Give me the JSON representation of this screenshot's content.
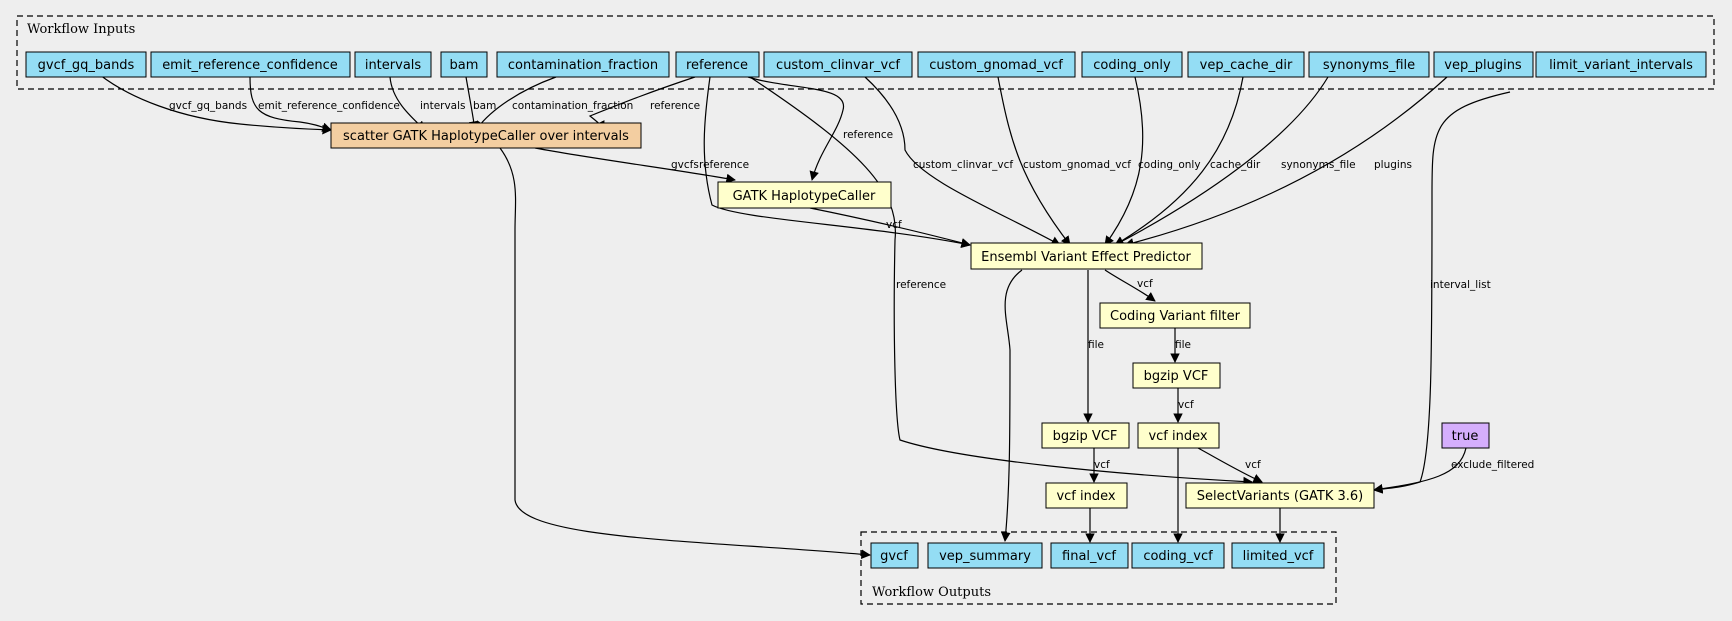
{
  "clusters": {
    "inputs_title": "Workflow Inputs",
    "outputs_title": "Workflow Outputs"
  },
  "inputs": {
    "gvcf_gq_bands": "gvcf_gq_bands",
    "emit_reference_confidence": "emit_reference_confidence",
    "intervals": "intervals",
    "bam": "bam",
    "contamination_fraction": "contamination_fraction",
    "reference": "reference",
    "custom_clinvar_vcf": "custom_clinvar_vcf",
    "custom_gnomad_vcf": "custom_gnomad_vcf",
    "coding_only": "coding_only",
    "vep_cache_dir": "vep_cache_dir",
    "synonyms_file": "synonyms_file",
    "vep_plugins": "vep_plugins",
    "limit_variant_intervals": "limit_variant_intervals"
  },
  "steps": {
    "scatter_hc": "scatter GATK HaplotypeCaller over intervals",
    "gatk_hc": "GATK HaplotypeCaller",
    "vep": "Ensembl Variant Effect Predictor",
    "coding_filter": "Coding Variant filter",
    "bgzip_right": "bgzip VCF",
    "vcf_index_right": "vcf index",
    "bgzip_left": "bgzip VCF",
    "vcf_index_left": "vcf index",
    "select_variants": "SelectVariants (GATK 3.6)",
    "true_default": "true"
  },
  "outputs": {
    "gvcf": "gvcf",
    "vep_summary": "vep_summary",
    "final_vcf": "final_vcf",
    "coding_vcf": "coding_vcf",
    "limited_vcf": "limited_vcf"
  },
  "edge_labels": {
    "gvcf_gq_bands": "gvcf_gq_bands",
    "emit_reference_confidence": "emit_reference_confidence",
    "intervals": "intervals",
    "bam": "bam",
    "contamination_fraction": "contamination_fraction",
    "reference_scatter": "reference",
    "reference_hc": "reference",
    "gvcfs": "gvcfs",
    "reference_vep": "reference",
    "vcf_hc_vep": "vcf",
    "custom_clinvar_vcf": "custom_clinvar_vcf",
    "custom_gnomad_vcf": "custom_gnomad_vcf",
    "coding_only": "coding_only",
    "cache_dir": "cache_dir",
    "synonyms_file": "synonyms_file",
    "plugins": "plugins",
    "vcf_vep_filter": "vcf",
    "file_filter_bgzip": "file",
    "file_vep_bgzip": "file",
    "vcf_bgzip_index_right": "vcf",
    "reference_select": "reference",
    "interval_list": "interval_list",
    "vcf_index_select": "vcf",
    "exclude_filtered": "exclude_filtered",
    "vcf_bgzip_index_left": "vcf"
  }
}
